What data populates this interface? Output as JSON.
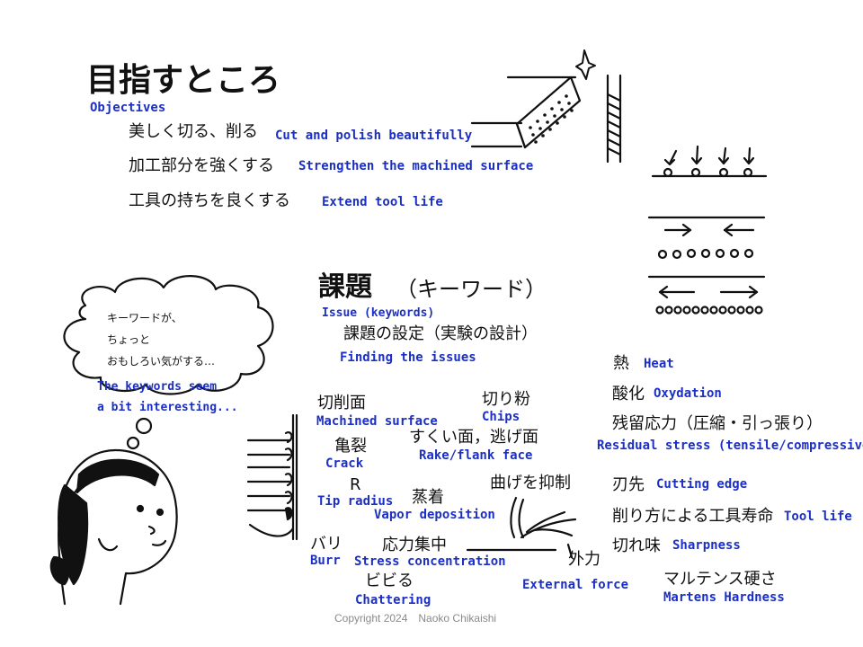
{
  "title": {
    "jp": "目指すところ",
    "en": "Objectives"
  },
  "objectives": [
    {
      "jp": "美しく切る、削る",
      "en": "Cut and polish beautifully"
    },
    {
      "jp": "加工部分を強くする",
      "en": "Strengthen the machined surface"
    },
    {
      "jp": "工具の持ちを良くする",
      "en": "Extend tool life"
    }
  ],
  "issues": {
    "heading": "課題",
    "heading_paren": "（キーワード）",
    "en": "Issue (keywords)",
    "setting_jp": "課題の設定（実験の設計）",
    "setting_en": "Finding the issues"
  },
  "thought": {
    "line1": "キーワードが、",
    "line2": "ちょっと",
    "line3": "おもしろい気がする…",
    "en1": "The keywords seem",
    "en2": "a bit interesting..."
  },
  "keywords": {
    "cut_surface": {
      "jp": "切削面",
      "en": "Machined surface"
    },
    "chips": {
      "jp": "切り粉",
      "en": "Chips"
    },
    "crack": {
      "jp": "亀裂",
      "en": "Crack"
    },
    "rake": {
      "jp": "すくい面，逃げ面",
      "en": "Rake/flank face"
    },
    "tip": {
      "jp": "R",
      "en": "Tip radius"
    },
    "vapor": {
      "jp": "蒸着",
      "en": "Vapor deposition"
    },
    "bend": {
      "jp": "曲げを抑制"
    },
    "burr": {
      "jp": "バリ",
      "en": "Burr"
    },
    "stress": {
      "jp": "応力集中",
      "en": "Stress concentration"
    },
    "chatter": {
      "jp": "ビビる",
      "en": "Chattering"
    },
    "external": {
      "jp": "外力",
      "en": "External force"
    }
  },
  "right_keywords": [
    {
      "jp": "熱",
      "en": "Heat"
    },
    {
      "jp": "酸化",
      "en": "Oxydation"
    },
    {
      "jp": "残留応力（圧縮・引っ張り）",
      "en": "Residual stress (tensile/compressive)"
    },
    {
      "jp": "刃先",
      "en": "Cutting edge"
    },
    {
      "jp": "削り方による工具寿命",
      "en": "Tool life"
    },
    {
      "jp": "切れ味",
      "en": "Sharpness"
    },
    {
      "jp": "マルテンス硬さ",
      "en": "Martens Hardness"
    }
  ],
  "copyright": "Copyright 2024　Naoko Chikaishi",
  "colors": {
    "english_text": "#1c2fc4",
    "japanese_text": "#111111",
    "copyright_text": "#8a8a8a"
  }
}
